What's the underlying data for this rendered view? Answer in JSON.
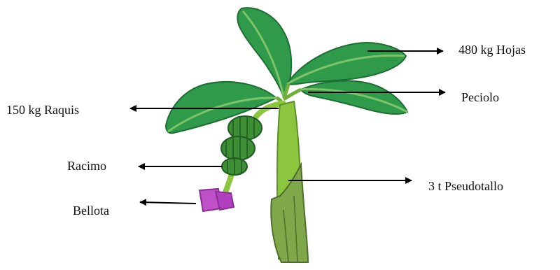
{
  "labels": {
    "hojas": "480 kg Hojas",
    "peciolo": "Peciolo",
    "raquis": "150 kg Raquis",
    "racimo": "Racimo",
    "pseudotallo": "3 t Pseudotallo",
    "bellota": "Bellota"
  },
  "colors": {
    "leaf": "#2f9a4a",
    "leaf_dark": "#1d6e33",
    "leaf_vein": "#7cc36a",
    "stem": "#8cc63f",
    "stem_dark": "#5a8f2a",
    "sheath": "#7fa84a",
    "fruit": "#3f8f36",
    "fruit_dark": "#1f5a22",
    "flower": "#c050c8",
    "flower_dark": "#8a2f90",
    "arrow": "#000000"
  }
}
